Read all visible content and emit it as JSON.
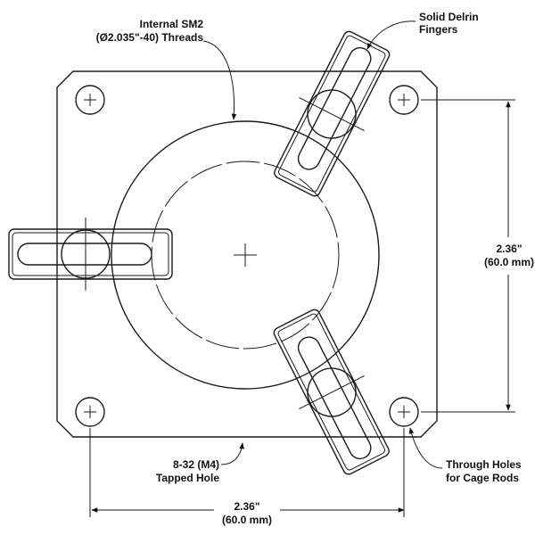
{
  "labels": {
    "threads_line1": "Internal SM2",
    "threads_line2": "(Ø2.035\"-40) Threads",
    "fingers_line1": "Solid Delrin",
    "fingers_line2": "Fingers",
    "tapped_line1": "8-32 (M4)",
    "tapped_line2": "Tapped Hole",
    "through_line1": "Through Holes",
    "through_line2": "for Cage Rods"
  },
  "dimensions": {
    "vertical_line1": "2.36\"",
    "vertical_line2": "(60.0 mm)",
    "horizontal_line1": "2.36\"",
    "horizontal_line2": "(60.0 mm)"
  }
}
